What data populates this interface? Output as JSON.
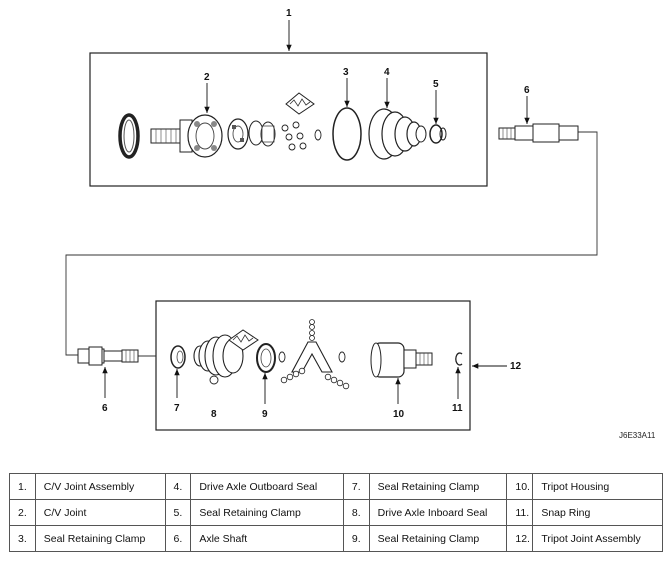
{
  "figure_id": "J6E33A11",
  "callouts": [
    "1",
    "2",
    "3",
    "4",
    "5",
    "6",
    "6",
    "7",
    "8",
    "9",
    "10",
    "11",
    "12"
  ],
  "legend": [
    [
      {
        "num": "1.",
        "label": "C/V Joint Assembly"
      },
      {
        "num": "4.",
        "label": "Drive Axle Outboard Seal"
      },
      {
        "num": "7.",
        "label": "Seal Retaining Clamp"
      },
      {
        "num": "10.",
        "label": "Tripot Housing"
      }
    ],
    [
      {
        "num": "2.",
        "label": "C/V Joint"
      },
      {
        "num": "5.",
        "label": "Seal Retaining Clamp"
      },
      {
        "num": "8.",
        "label": "Drive Axle Inboard Seal"
      },
      {
        "num": "11.",
        "label": "Snap Ring"
      }
    ],
    [
      {
        "num": "3.",
        "label": "Seal Retaining Clamp"
      },
      {
        "num": "6.",
        "label": "Axle Shaft"
      },
      {
        "num": "9.",
        "label": "Seal Retaining Clamp"
      },
      {
        "num": "12.",
        "label": "Tripot Joint Assembly"
      }
    ]
  ]
}
